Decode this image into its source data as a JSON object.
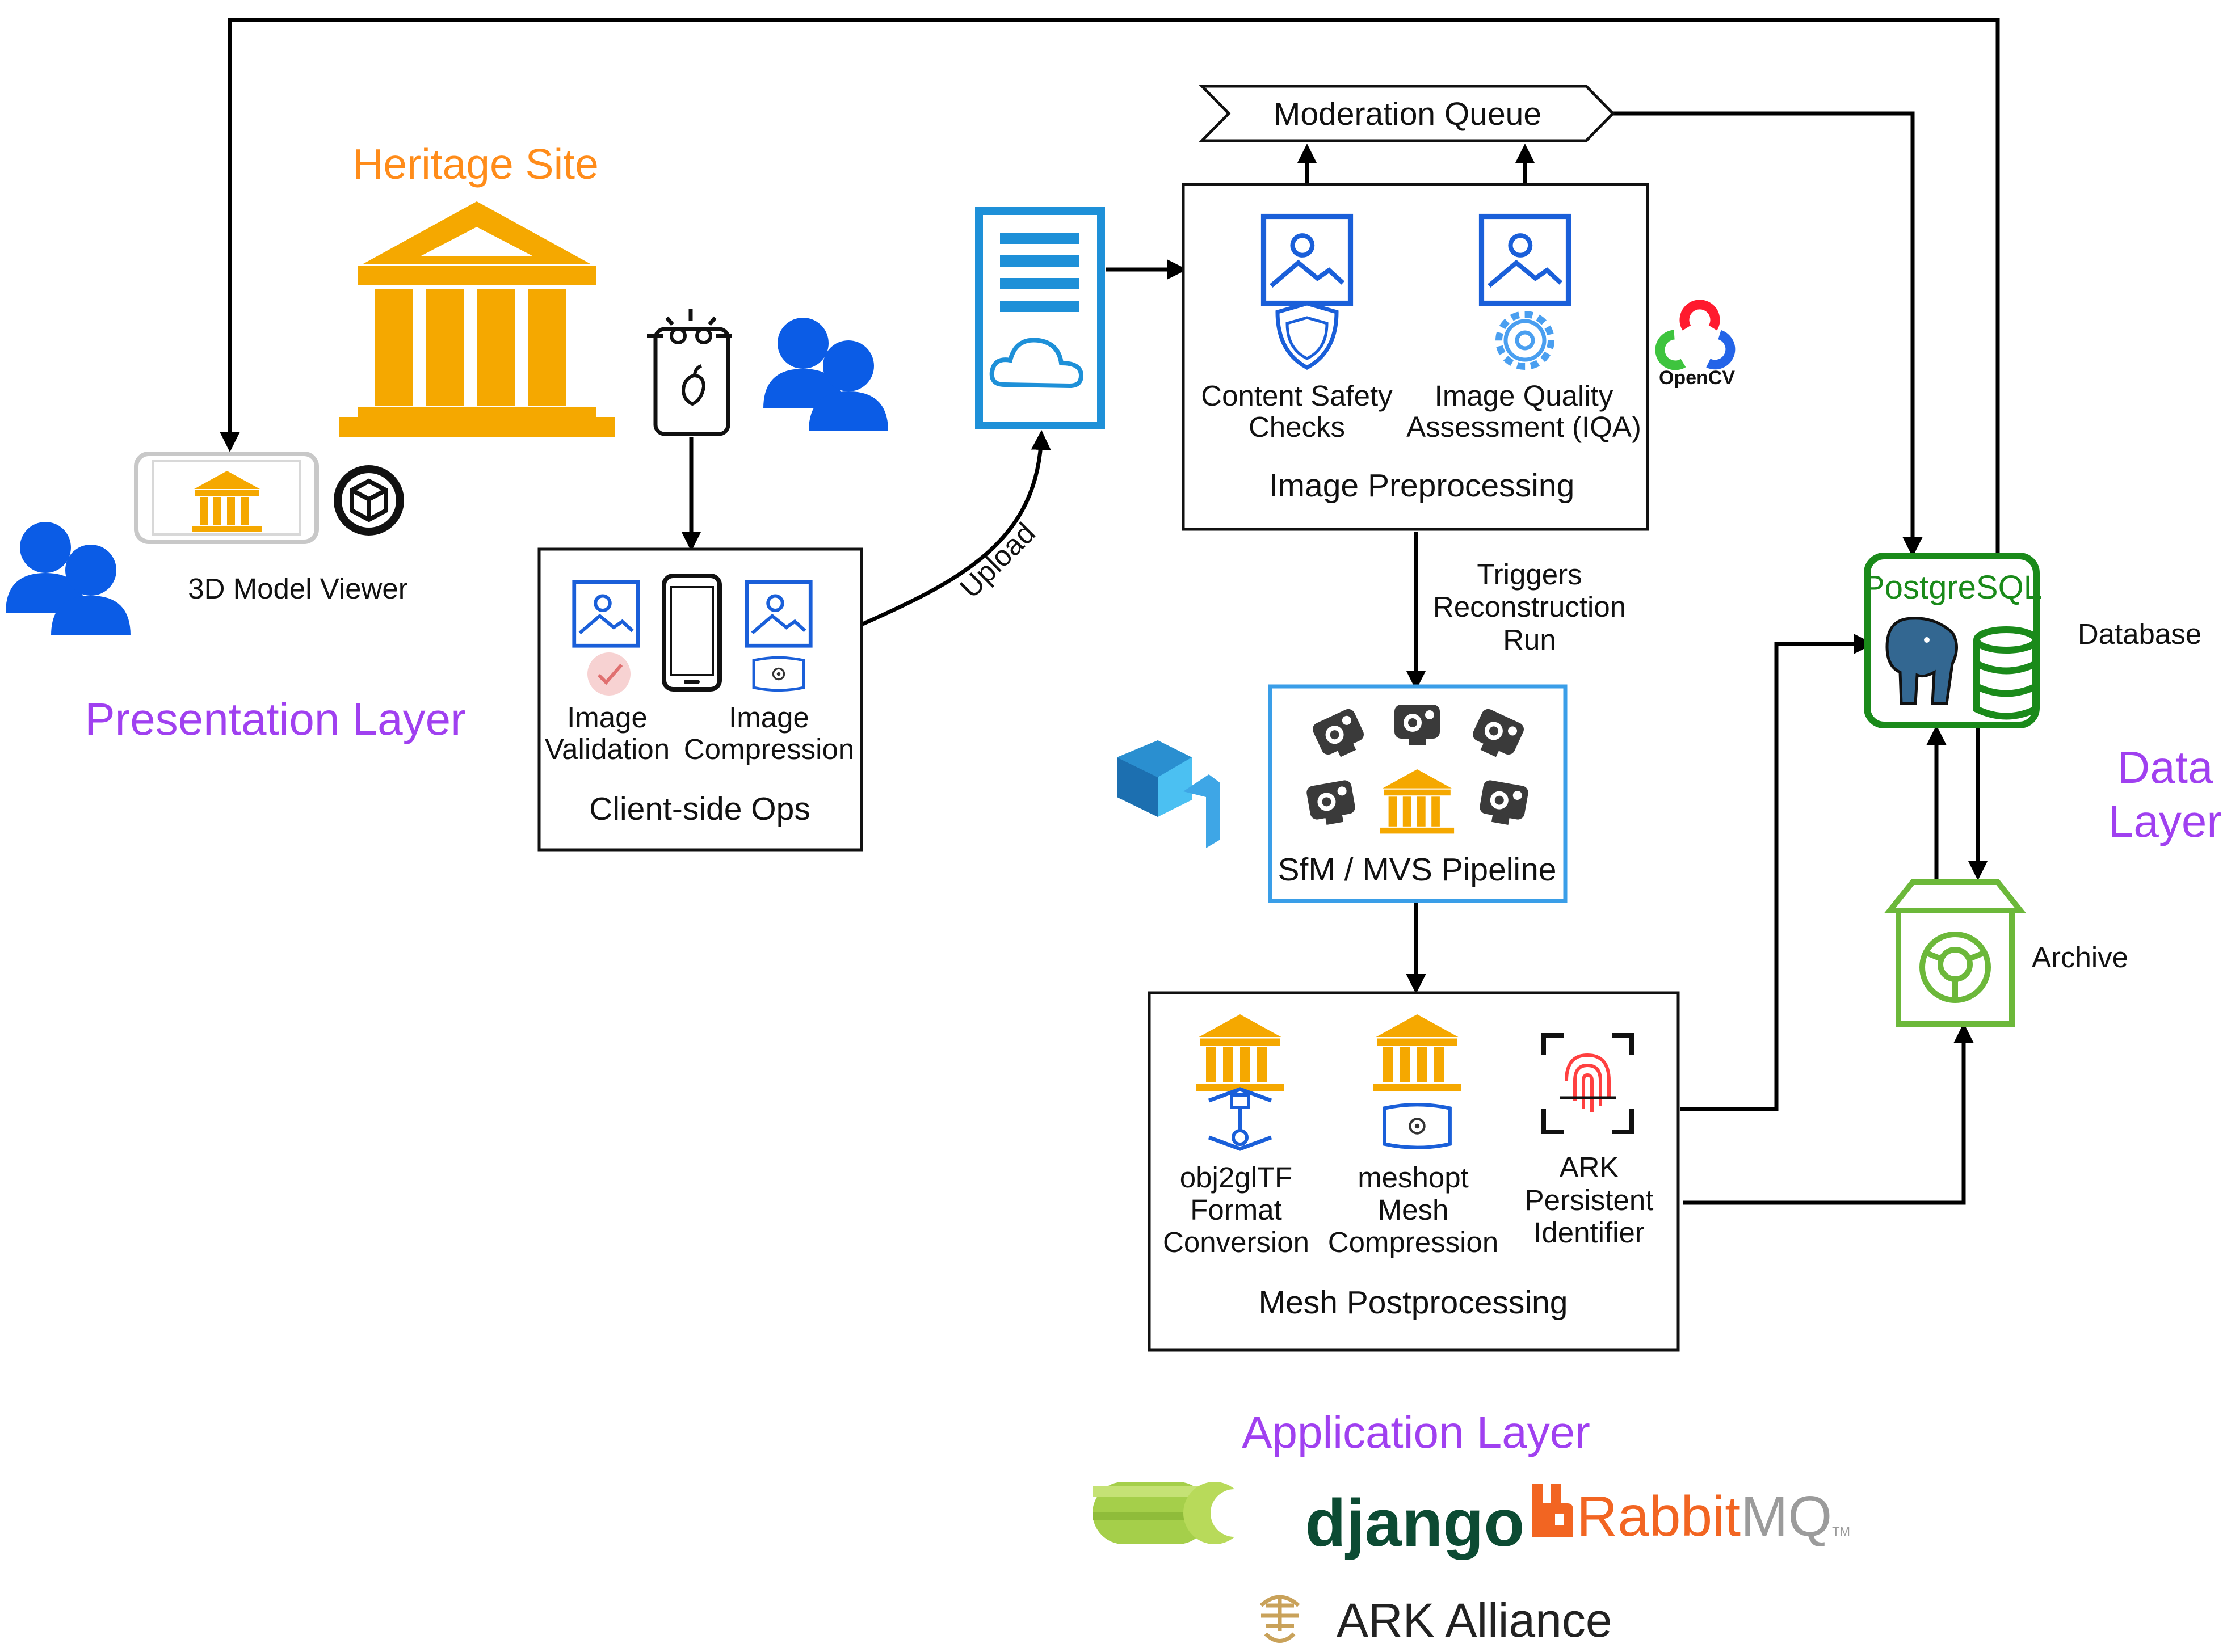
{
  "layers": {
    "presentation": "Presentation Layer",
    "application": "Application Layer",
    "data_line1": "Data",
    "data_line2": "Layer"
  },
  "heritage_site": "Heritage Site",
  "viewer_label": "3D Model Viewer",
  "client_ops": {
    "title": "Client-side Ops",
    "validation_line1": "Image",
    "validation_line2": "Validation",
    "compression_line1": "Image",
    "compression_line2": "Compression"
  },
  "upload_label": "Upload",
  "moderation_queue": "Moderation Queue",
  "preprocessing": {
    "title": "Image Preprocessing",
    "safety_line1": "Content Safety",
    "safety_line2": "Checks",
    "iqa_line1": "Image Quality",
    "iqa_line2": "Assessment (IQA)"
  },
  "opencv_label": "OpenCV",
  "triggers": {
    "line1": "Triggers",
    "line2": "Reconstruction",
    "line3": "Run"
  },
  "sfm_label": "SfM / MVS Pipeline",
  "postprocessing": {
    "title": "Mesh Postprocessing",
    "obj_line1": "obj2glTF",
    "obj_line2": "Format",
    "obj_line3": "Conversion",
    "mesh_line1": "meshopt",
    "mesh_line2": "Mesh",
    "mesh_line3": "Compression",
    "ark_line1": "ARK",
    "ark_line2": "Persistent",
    "ark_line3": "Identifier"
  },
  "database": {
    "postgres_label": "PostgreSQL",
    "label": "Database"
  },
  "archive_label": "Archive",
  "logos": {
    "django": "django",
    "rabbit_bold": "Rabbit",
    "rabbit_light": "MQ",
    "rabbit_tm": "TM",
    "ark_alliance": "ARK Alliance"
  },
  "colors": {
    "layer_purple": "#a040f0",
    "heritage_orange": "#ff8c1a",
    "building_gold": "#f5a800",
    "users_blue": "#0b5ce6",
    "icon_blue": "#1a5fd9",
    "server_blue": "#1e90d8",
    "postgres_green": "#1a8a1a",
    "archive_green": "#6cb83a",
    "django_green": "#0c4b33",
    "rabbit_orange": "#f26522"
  }
}
